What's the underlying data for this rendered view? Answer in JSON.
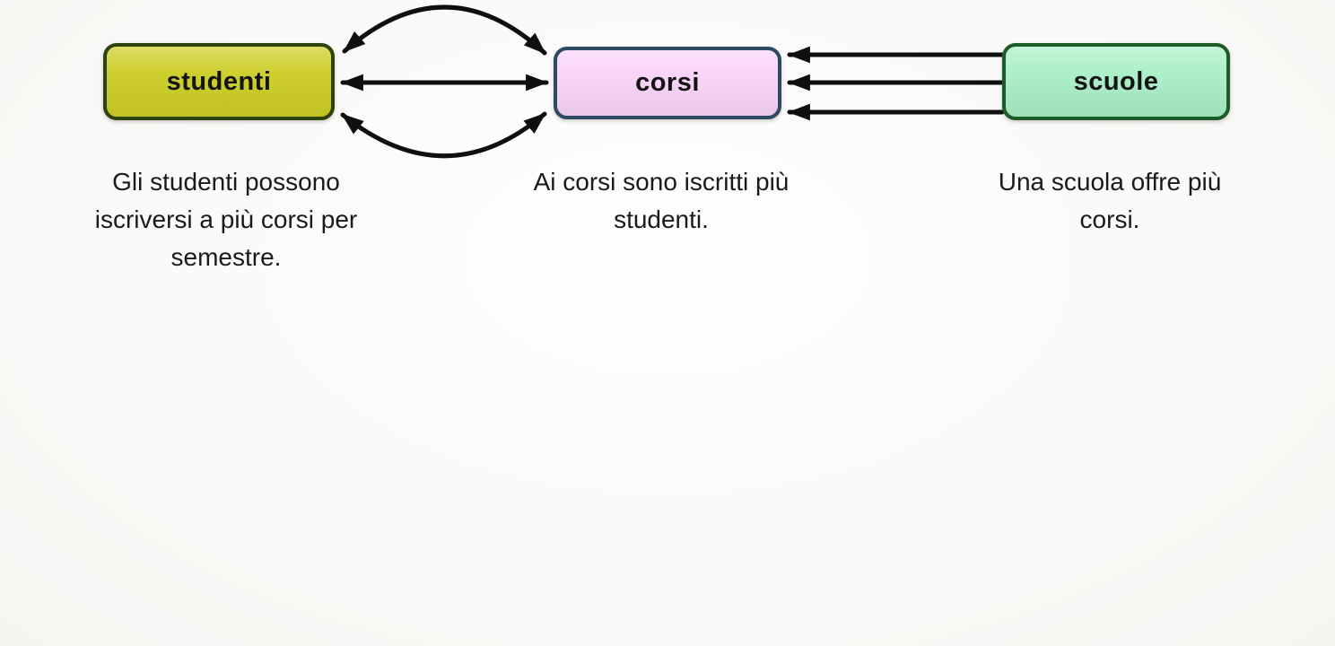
{
  "diagram": {
    "background_color": "#fdfcfa",
    "arrow_color": "#0f0f0f",
    "entities": [
      {
        "id": "studenti",
        "label": "studenti",
        "fill": "#ccce26",
        "border": "#2e420b",
        "description": "Gli studenti possono iscriversi a più corsi per semestre."
      },
      {
        "id": "corsi",
        "label": "corsi",
        "fill": "#f9d3f8",
        "border": "#2d4a63",
        "description": "Ai corsi sono iscritti più studenti."
      },
      {
        "id": "scuole",
        "label": "scuole",
        "fill": "#a9efc6",
        "border": "#1e5c27",
        "description": "Una scuola offre più corsi."
      }
    ],
    "relations": [
      {
        "from": "studenti",
        "to": "corsi",
        "kind": "many-to-many",
        "arrows": [
          "curved-double-headed-top",
          "straight-double-headed-middle",
          "curved-double-headed-bottom"
        ]
      },
      {
        "from": "scuole",
        "to": "corsi",
        "kind": "one-to-many",
        "arrows": [
          "straight-left-top",
          "straight-left-middle",
          "straight-left-bottom"
        ]
      }
    ]
  }
}
